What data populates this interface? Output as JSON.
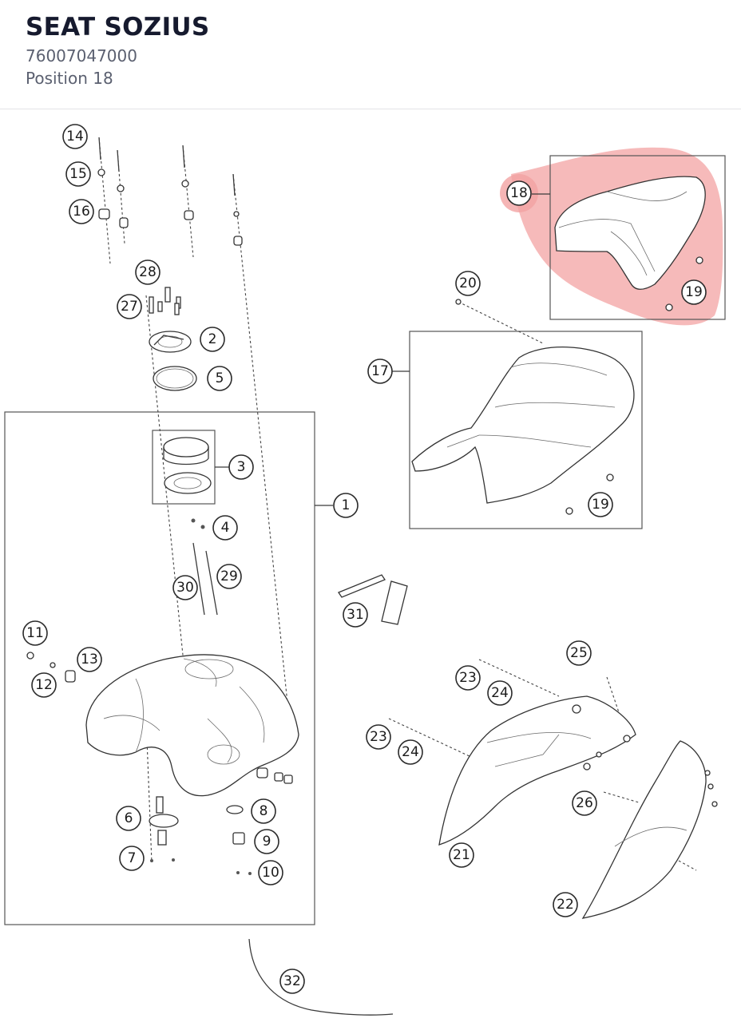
{
  "header": {
    "title": "SEAT SOZIUS",
    "part_number": "76007047000",
    "position": "Position 18"
  },
  "colors": {
    "highlight": "#f3a3a3",
    "title": "#161a2e",
    "subtitle": "#5b6070"
  },
  "callouts": [
    {
      "id": "c1",
      "label": "1"
    },
    {
      "id": "c2",
      "label": "2"
    },
    {
      "id": "c3",
      "label": "3"
    },
    {
      "id": "c4",
      "label": "4"
    },
    {
      "id": "c5",
      "label": "5"
    },
    {
      "id": "c6",
      "label": "6"
    },
    {
      "id": "c7",
      "label": "7"
    },
    {
      "id": "c8",
      "label": "8"
    },
    {
      "id": "c9",
      "label": "9"
    },
    {
      "id": "c10",
      "label": "10"
    },
    {
      "id": "c11",
      "label": "11"
    },
    {
      "id": "c12",
      "label": "12"
    },
    {
      "id": "c13",
      "label": "13"
    },
    {
      "id": "c14",
      "label": "14"
    },
    {
      "id": "c15",
      "label": "15"
    },
    {
      "id": "c16",
      "label": "16"
    },
    {
      "id": "c17",
      "label": "17"
    },
    {
      "id": "c18",
      "label": "18"
    },
    {
      "id": "c19a",
      "label": "19"
    },
    {
      "id": "c19b",
      "label": "19"
    },
    {
      "id": "c20",
      "label": "20"
    },
    {
      "id": "c21",
      "label": "21"
    },
    {
      "id": "c22",
      "label": "22"
    },
    {
      "id": "c23a",
      "label": "23"
    },
    {
      "id": "c23b",
      "label": "23"
    },
    {
      "id": "c24a",
      "label": "24"
    },
    {
      "id": "c24b",
      "label": "24"
    },
    {
      "id": "c25",
      "label": "25"
    },
    {
      "id": "c26",
      "label": "26"
    },
    {
      "id": "c27",
      "label": "27"
    },
    {
      "id": "c28",
      "label": "28"
    },
    {
      "id": "c29",
      "label": "29"
    },
    {
      "id": "c30",
      "label": "30"
    },
    {
      "id": "c31",
      "label": "31"
    },
    {
      "id": "c32",
      "label": "32"
    }
  ]
}
